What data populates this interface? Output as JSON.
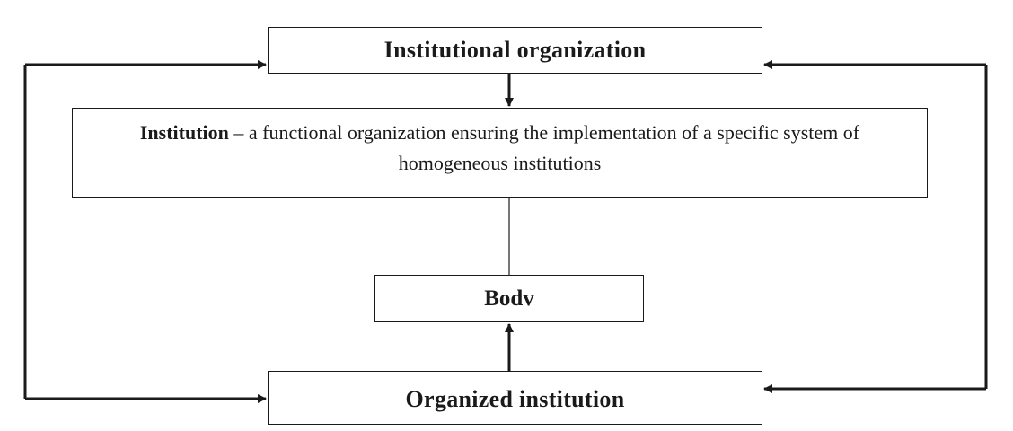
{
  "diagram": {
    "top_box": {
      "label": "Institutional organization"
    },
    "main_box": {
      "term": "Institution",
      "definition": " – a functional organization ensuring the implementation of a specific system of homogeneous institutions"
    },
    "middle_box": {
      "label": "Bodv"
    },
    "bottom_box": {
      "label": "Organized institution"
    },
    "colors": {
      "line": "#1a1a1a",
      "background": "#ffffff"
    }
  }
}
